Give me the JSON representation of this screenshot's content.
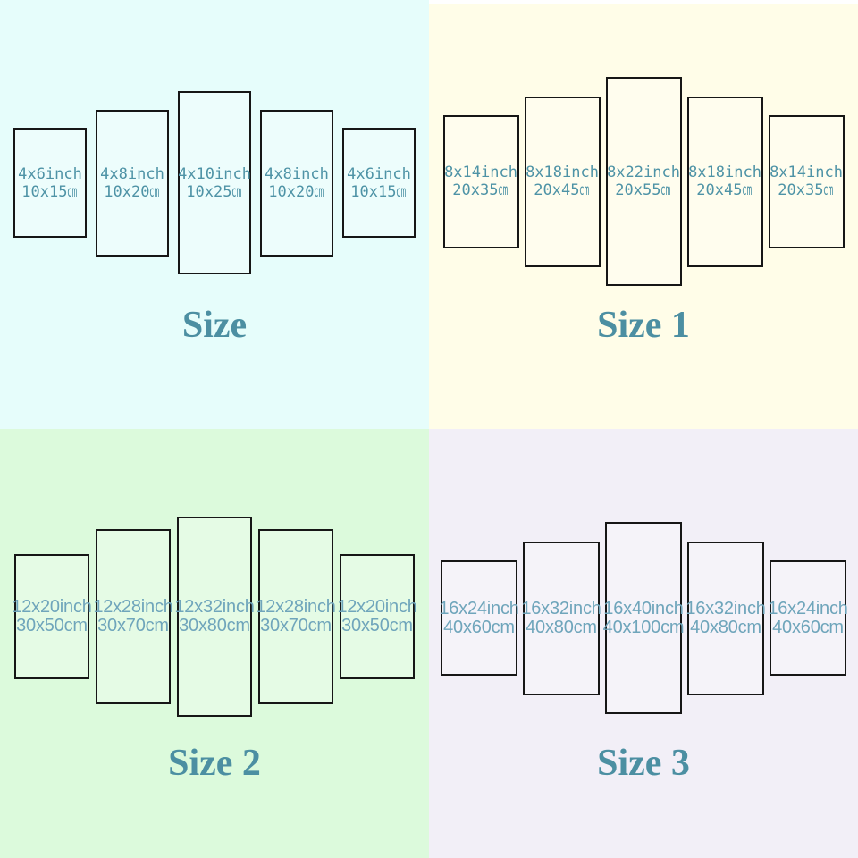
{
  "theme": {
    "title_color": "#4C8FA2",
    "panel_border_color": "#161616",
    "page_background": "#FFFFFF"
  },
  "quadrants": [
    {
      "id": "size",
      "title": "Size",
      "bg": "#E6FDFB",
      "text_color": "#4E93A6",
      "panels": [
        {
          "inch": "4x6inch",
          "cm": "10x15",
          "cm_unit": "cm"
        },
        {
          "inch": "4x8inch",
          "cm": "10x20",
          "cm_unit": "cm"
        },
        {
          "inch": "4x10inch",
          "cm": "10x25",
          "cm_unit": "cm"
        },
        {
          "inch": "4x8inch",
          "cm": "10x20",
          "cm_unit": "cm"
        },
        {
          "inch": "4x6inch",
          "cm": "10x15",
          "cm_unit": "cm"
        }
      ]
    },
    {
      "id": "size-1",
      "title": "Size 1",
      "bg": "#FFFDE8",
      "text_color": "#4E93A6",
      "panels": [
        {
          "inch": "8x14inch",
          "cm": "20x35",
          "cm_unit": "cm"
        },
        {
          "inch": "8x18inch",
          "cm": "20x45",
          "cm_unit": "cm"
        },
        {
          "inch": "8x22inch",
          "cm": "20x55",
          "cm_unit": "cm"
        },
        {
          "inch": "8x18inch",
          "cm": "20x45",
          "cm_unit": "cm"
        },
        {
          "inch": "8x14inch",
          "cm": "20x35",
          "cm_unit": "cm"
        }
      ]
    },
    {
      "id": "size-2",
      "title": "Size 2",
      "bg": "#DCFADC",
      "text_color": "#6FA5BB",
      "panels": [
        {
          "inch": "12x20inch",
          "cm": "30x50",
          "cm_unit": "cm"
        },
        {
          "inch": "12x28inch",
          "cm": "30x70",
          "cm_unit": "cm"
        },
        {
          "inch": "12x32inch",
          "cm": "30x80",
          "cm_unit": "cm"
        },
        {
          "inch": "12x28inch",
          "cm": "30x70",
          "cm_unit": "cm"
        },
        {
          "inch": "12x20inch",
          "cm": "30x50",
          "cm_unit": "cm"
        }
      ]
    },
    {
      "id": "size-3",
      "title": "Size 3",
      "bg": "#F2EFF7",
      "text_color": "#6FA5BB",
      "panels": [
        {
          "inch": "16x24inch",
          "cm": "40x60",
          "cm_unit": "cm"
        },
        {
          "inch": "16x32inch",
          "cm": "40x80",
          "cm_unit": "cm"
        },
        {
          "inch": "16x40inch",
          "cm": "40x100",
          "cm_unit": "cm"
        },
        {
          "inch": "16x32inch",
          "cm": "40x80",
          "cm_unit": "cm"
        },
        {
          "inch": "16x24inch",
          "cm": "40x60",
          "cm_unit": "cm"
        }
      ]
    }
  ]
}
